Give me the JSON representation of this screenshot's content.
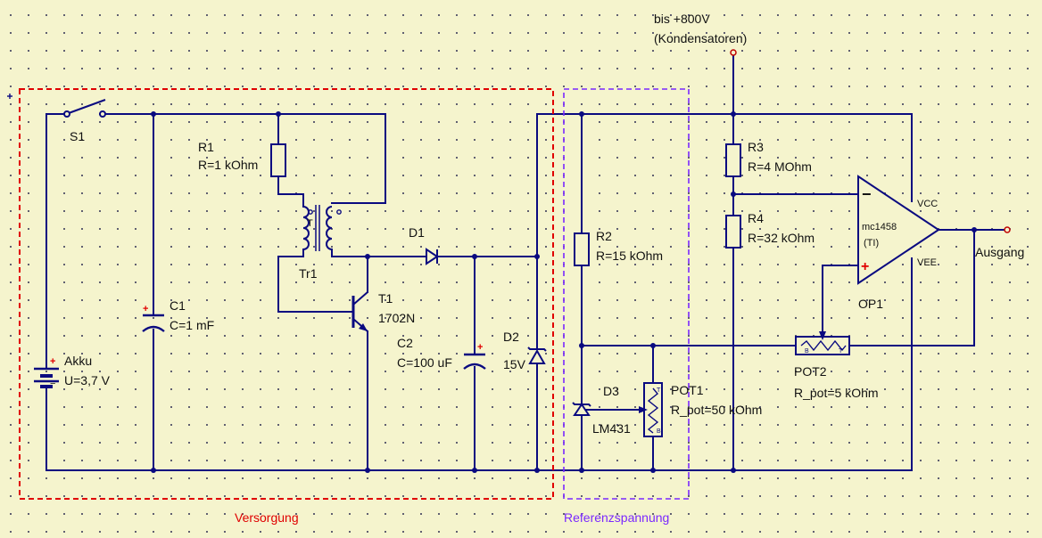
{
  "colors": {
    "background": "#f5f4cd",
    "wire": "#0a0a80",
    "supply_box": "#e00000",
    "reference_box": "#7a28ff"
  },
  "labels": {
    "top_note_1": "bis +800V",
    "top_note_2": "(Kondensatoren)",
    "s1": "S1",
    "r1_name": "R1",
    "r1_value": "R=1 kOhm",
    "tr1": "Tr1",
    "tr1_tap": "T",
    "d1": "D1",
    "t1_name": "T1",
    "t1_type": "1702N",
    "c1_name": "C1",
    "c1_value": "C=1 mF",
    "c2_name": "C2",
    "c2_value": "C=100 uF",
    "d2_name": "D2",
    "d2_value": "15V",
    "akku_name": "Akku",
    "akku_value": "U=3,7 V",
    "r2_name": "R2",
    "r2_value": "R=15 kOhm",
    "d3_name": "D3",
    "d3_type": "LM431",
    "pot1_name": "POT1",
    "pot1_value": "R_pot=50 kOhm",
    "r3_name": "R3",
    "r3_value": "R=4 MOhm",
    "r4_name": "R4",
    "r4_value": "R=32 kOhm",
    "op_type": "mc1458",
    "op_vendor": "(TI)",
    "op_vcc": "VCC",
    "op_vee": "VEE",
    "op_name": "OP1",
    "output": "Ausgang",
    "pot2_name": "POT2",
    "pot2_value": "R_pot=5 kOhm",
    "pot_b": "B",
    "pot_t": "T",
    "minus": "−",
    "plus": "+",
    "supply_box": "Versorgung",
    "reference_box": "Referenzspannung"
  }
}
